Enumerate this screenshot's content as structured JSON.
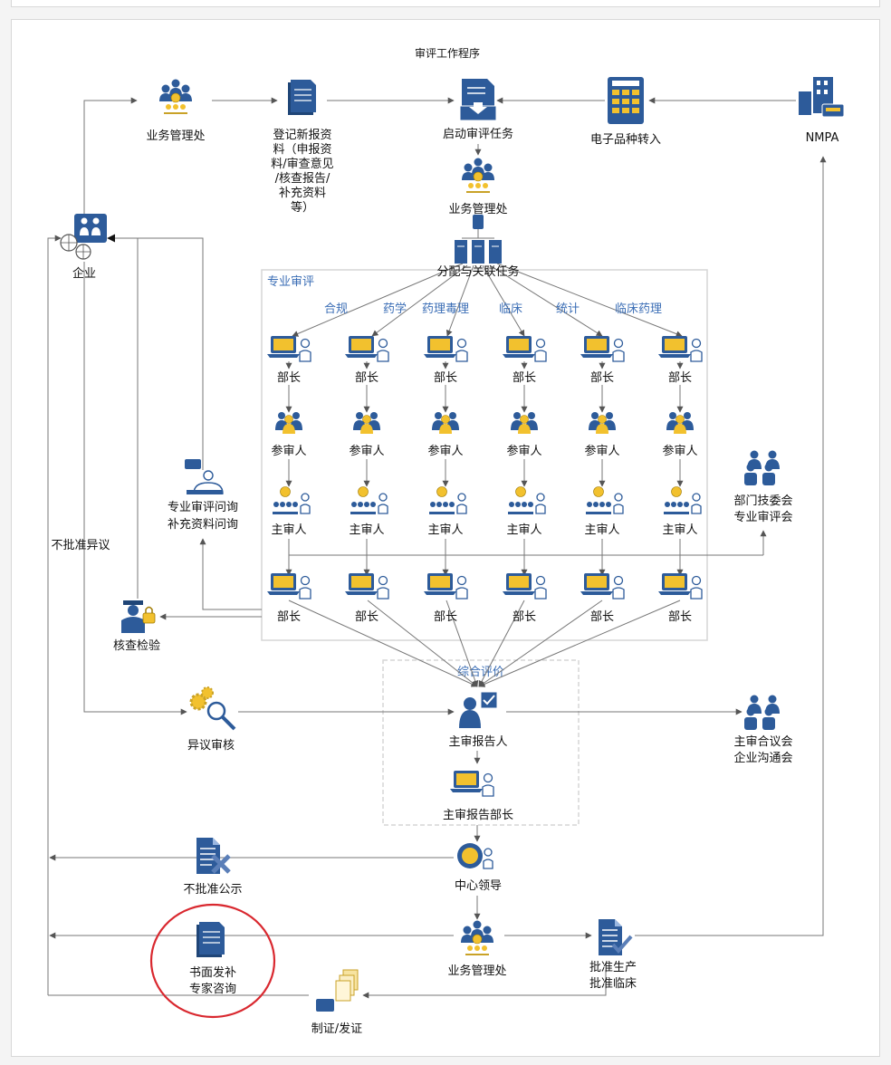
{
  "title": "审评工作程序",
  "sections": {
    "professional": "专业审评",
    "comprehensive": "综合评价"
  },
  "disciplines": [
    "合规",
    "药学",
    "药理毒理",
    "临床",
    "统计",
    "临床药理"
  ],
  "roles": {
    "minister": "部长",
    "reviewer": "参审人",
    "chief": "主审人"
  },
  "nodes": {
    "biz_top": "业务管理处",
    "register": [
      "登记新报资",
      "料（申报资",
      "料/审查意见",
      "/核查报告/",
      "补充资料",
      "等）"
    ],
    "start_task": "启动审评任务",
    "e_transfer": "电子品种转入",
    "nmpa": "NMPA",
    "biz_mid": "业务管理处",
    "enterprise": "企业",
    "assign": "分配与关联任务",
    "inquiry": [
      "专业审评问询",
      "补充资料问询"
    ],
    "objection_label": "不批准异议",
    "tech_committee": [
      "部门技委会",
      "专业审评会"
    ],
    "inspection": "核查检验",
    "objection_review": "异议审核",
    "chief_reporter": "主审报告人",
    "chief_meeting": [
      "主审合议会",
      "企业沟通会"
    ],
    "chief_reporter_head": "主审报告部长",
    "center_leader": "中心领导",
    "reject_notice": "不批准公示",
    "written_supp": [
      "书面发补",
      "专家咨询"
    ],
    "biz_bottom": "业务管理处",
    "approve": [
      "批准生产",
      "批准临床"
    ],
    "certificate": "制证/发证"
  },
  "colors": {
    "blue": "#2d5b9a",
    "gold": "#f2c12e",
    "line": "#777777",
    "circle": "#d9282f",
    "section": "#3a6db5"
  }
}
